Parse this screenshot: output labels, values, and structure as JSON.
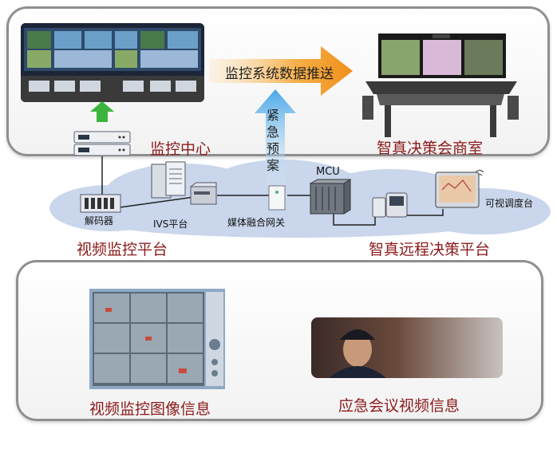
{
  "top": {
    "arrow_label": "监控系统数据推送",
    "control_center_label": "监控中心",
    "decision_room_label": "智真决策会商室",
    "emergency_plan_label": "紧急预案"
  },
  "middle": {
    "nodes": {
      "decoder": "解码器",
      "ivs": "IVS平台",
      "gateway": "媒体融合网关",
      "mcu": "MCU",
      "visual_console": "可视调度台"
    },
    "video_platform_label": "视频监控平台",
    "remote_decision_label": "智真远程决策平台"
  },
  "bottom": {
    "video_image_label": "视频监控图像信息",
    "emergency_meeting_label": "应急会议视频信息"
  },
  "colors": {
    "label_red": "#8b1a1a",
    "arrow_orange": "#f39a1e",
    "arrow_blue": "#4aa8e8",
    "arrow_green": "#3cb43c",
    "cloud_blue": "#c9d6ec"
  }
}
